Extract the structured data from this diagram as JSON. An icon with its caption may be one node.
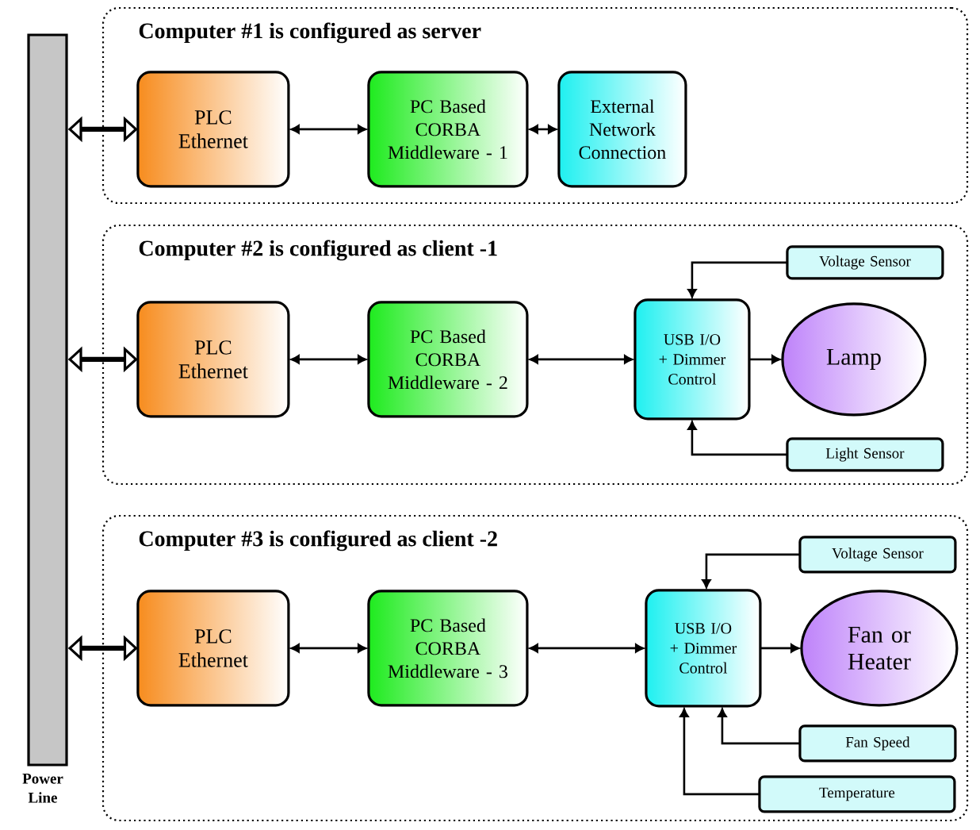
{
  "diagram": {
    "nodes": [
      {
        "text": [
          "Power Line"
        ]
      },
      {
        "text": [
          "Computer #1 is configured as server"
        ]
      },
      {
        "text": [
          "PLC Ethernet"
        ],
        "in": 1
      },
      {
        "text": [
          "PC Based CORBA Middleware - 1"
        ],
        "in": 1
      },
      {
        "text": [
          "External Network Connection"
        ],
        "in": 1
      },
      {
        "text": [
          "Computer #2 is configured as client -1"
        ]
      },
      {
        "text": [
          "PLC Ethernet"
        ],
        "in": 5
      },
      {
        "text": [
          "PC Based CORBA Middleware - 2"
        ],
        "in": 5
      },
      {
        "text": [
          "USB I/O + Dimmer Control"
        ],
        "in": 5
      },
      {
        "text": [
          "Lamp"
        ],
        "in": 5
      },
      {
        "text": [
          "Voltage Sensor"
        ],
        "in": 5
      },
      {
        "text": [
          "Light Sensor"
        ],
        "in": 5
      },
      {
        "text": [
          "Computer #3 is configured as client -2"
        ]
      },
      {
        "text": [
          "PLC Ethernet"
        ],
        "in": 12
      },
      {
        "text": [
          "PC Based CORBA Middleware - 3"
        ],
        "in": 12
      },
      {
        "text": [
          "USB I/O + Dimmer Control"
        ],
        "in": 12
      },
      {
        "text": [
          "Fan or Heater"
        ],
        "in": 12
      },
      {
        "text": [
          "Voltage Sensor"
        ],
        "in": 12
      },
      {
        "text": [
          "Fan Speed"
        ],
        "in": 12
      },
      {
        "text": [
          "Temperature"
        ],
        "in": 12
      }
    ],
    "edges": [
      {
        "from": 0,
        "to": 2,
        "arrow": "both",
        "style": "thick"
      },
      {
        "from": 2,
        "to": 3,
        "arrow": "both"
      },
      {
        "from": 3,
        "to": 4,
        "arrow": "both"
      },
      {
        "from": 0,
        "to": 6,
        "arrow": "both",
        "style": "thick"
      },
      {
        "from": 6,
        "to": 7,
        "arrow": "both"
      },
      {
        "from": 7,
        "to": 8,
        "arrow": "both"
      },
      {
        "from": 8,
        "to": 9,
        "arrow": "to"
      },
      {
        "from": 10,
        "to": 8,
        "arrow": "to"
      },
      {
        "from": 11,
        "to": 8,
        "arrow": "to"
      },
      {
        "from": 0,
        "to": 13,
        "arrow": "both",
        "style": "thick"
      },
      {
        "from": 13,
        "to": 14,
        "arrow": "both"
      },
      {
        "from": 14,
        "to": 15,
        "arrow": "both"
      },
      {
        "from": 15,
        "to": 16,
        "arrow": "to"
      },
      {
        "from": 17,
        "to": 15,
        "arrow": "to"
      },
      {
        "from": 18,
        "to": 15,
        "arrow": "to"
      },
      {
        "from": 19,
        "to": 15,
        "arrow": "to"
      }
    ]
  }
}
